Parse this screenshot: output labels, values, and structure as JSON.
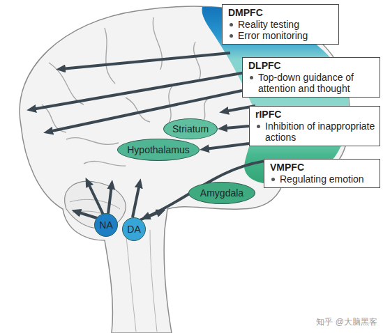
{
  "diagram": {
    "nodes": [
      {
        "text": [
          "DMPFC",
          "Reality testing",
          "Error monitoring"
        ]
      },
      {
        "text": [
          "DLPFC",
          "Top-down guidance of attention and thought"
        ]
      },
      {
        "text": [
          "Striatum"
        ]
      },
      {
        "text": [
          "rIPFC",
          "Inhibition of inappropriate actions"
        ]
      },
      {
        "text": [
          "Hypothalamus"
        ]
      },
      {
        "text": [
          "VMPFC",
          "Regulating emotion"
        ]
      },
      {
        "text": [
          "Amygdala"
        ]
      },
      {
        "text": [
          "NA"
        ]
      },
      {
        "text": [
          "DA"
        ]
      }
    ],
    "edges": [
      {
        "from": 3,
        "to": 2,
        "arrow": "to"
      },
      {
        "from": 3,
        "to": 4,
        "arrow": "to"
      },
      {
        "from": 5,
        "to": 8,
        "arrow": "to"
      }
    ],
    "labels": [
      "知乎 @大脑黑客"
    ]
  }
}
